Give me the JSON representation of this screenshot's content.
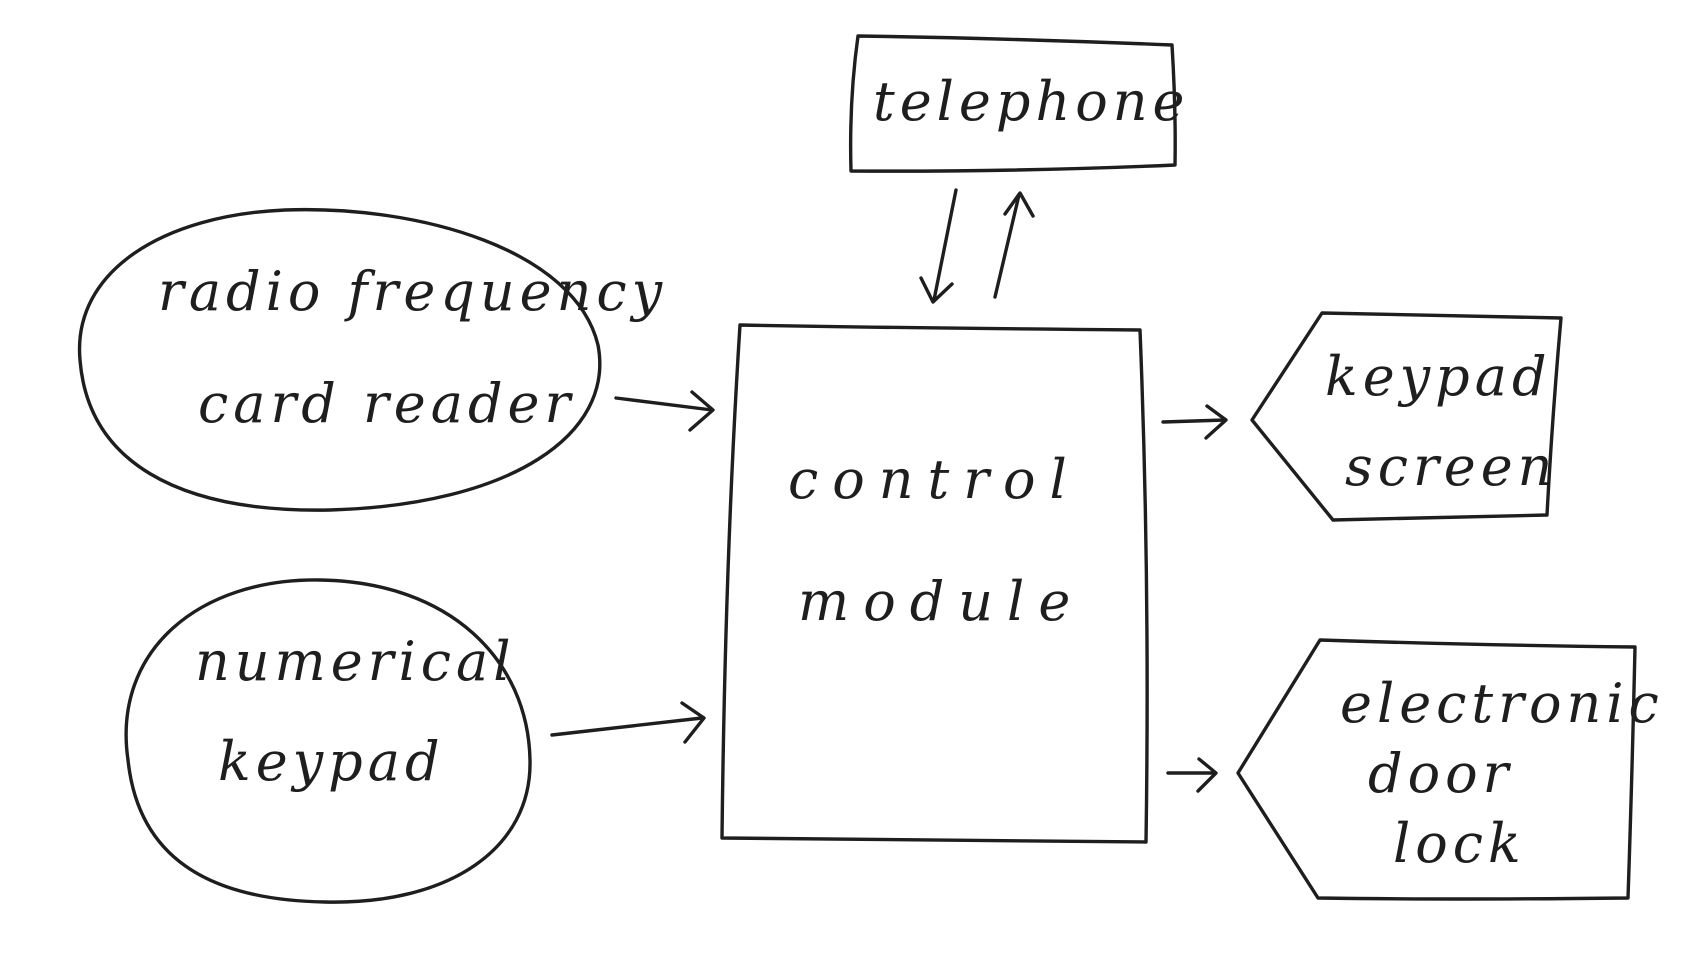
{
  "diagram": {
    "nodes": {
      "telephone": {
        "label": "telephone",
        "shape": "rectangle"
      },
      "rf_card_reader": {
        "lines": [
          "radio frequency",
          "card reader"
        ],
        "shape": "ellipse"
      },
      "numerical_keypad": {
        "lines": [
          "numerical",
          "keypad"
        ],
        "shape": "ellipse"
      },
      "control_module": {
        "lines": [
          "control",
          "module"
        ],
        "shape": "rectangle"
      },
      "keypad_screen": {
        "lines": [
          "keypad",
          "screen"
        ],
        "shape": "pentagon"
      },
      "electronic_door_lock": {
        "lines": [
          "electronic",
          "door",
          "lock"
        ],
        "shape": "pentagon"
      }
    },
    "edges": [
      {
        "from": "rf_card_reader",
        "to": "control_module"
      },
      {
        "from": "numerical_keypad",
        "to": "control_module"
      },
      {
        "from": "telephone",
        "to": "control_module"
      },
      {
        "from": "control_module",
        "to": "telephone"
      },
      {
        "from": "control_module",
        "to": "keypad_screen"
      },
      {
        "from": "control_module",
        "to": "electronic_door_lock"
      }
    ]
  }
}
